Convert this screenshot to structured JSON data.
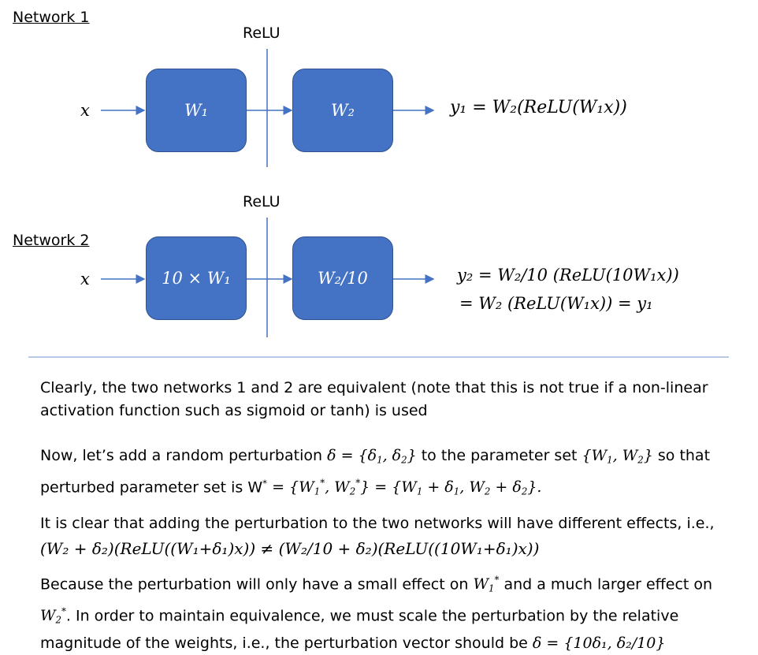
{
  "network1": {
    "heading": "Network 1",
    "relu_label": "ReLU",
    "input": "x",
    "block1": "W₁",
    "block2": "W₂",
    "output": "y₁ = W₂(ReLU(W₁x))"
  },
  "network2": {
    "heading": "Network 2",
    "relu_label": "ReLU",
    "input": "x",
    "block1": "10 × W₁",
    "block2": "W₂/10",
    "output_line1": "y₂ = W₂/10 (ReLU(10W₁x))",
    "output_line2": "= W₂ (ReLU(W₁x)) = y₁"
  },
  "text": {
    "p1": "Clearly, the two networks 1 and 2 are equivalent (note that this is not true if a non-linear activation function such as sigmoid or tanh) is used",
    "p2_intro": "Now, let’s add a random perturbation",
    "p2_mid1": "to the parameter set",
    "p2_mid2": "so that",
    "p2_line2": "perturbed parameter set is W",
    "p3_line1": "It is clear that adding the perturbation to the two networks will have different effects, i.e.,",
    "p3_ineq": "(W₂ + δ₂)(ReLU((W₁+δ₁)x)) ≠ (W₂/10 + δ₂)(ReLU((10W₁+δ₁)x))",
    "p4_a": "Because the perturbation will only have a small effect on",
    "p4_b": "and a much larger effect on",
    "p4_c": ". In order to maintain equivalence, we must scale the perturbation by the relative",
    "p4_d": "magnitude of the weights, i.e., the perturbation vector should be",
    "p4_vec": "δ = {10δ₁, δ₂/10}"
  },
  "colors": {
    "block_fill": "#4472c4",
    "block_border": "#2f528f",
    "arrow": "#4472c4",
    "divider": "#8eaadb"
  }
}
